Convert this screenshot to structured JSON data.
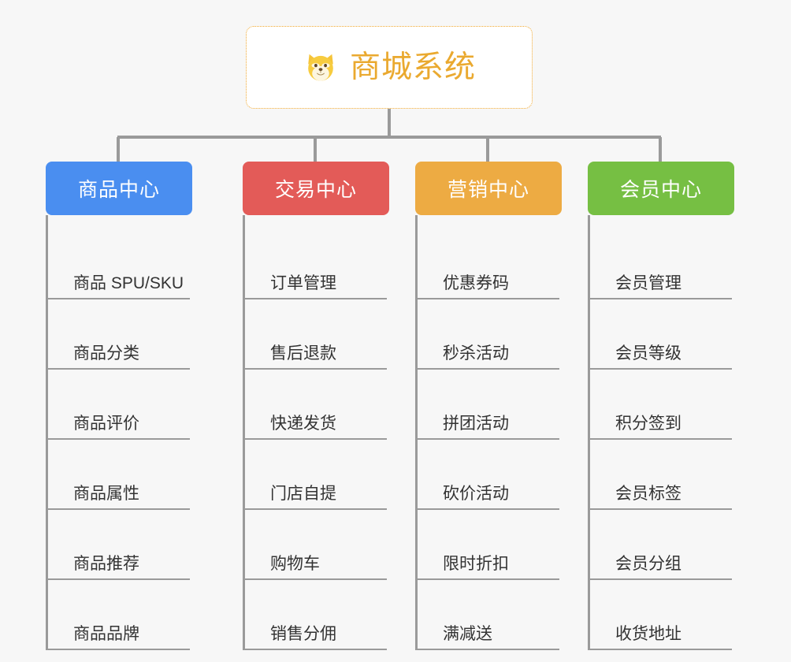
{
  "diagram": {
    "title": "商城系统",
    "type": "mindmap-org-chart",
    "background_color": "#f7f7f7",
    "connector_color": "#9a9a9a"
  },
  "root": {
    "label": "商城系统",
    "icon": "shiba-dog-face-icon",
    "text_color": "#eaa92f",
    "border_color": "#f0a830",
    "background_color": "#ffffff"
  },
  "branches": [
    {
      "label": "商品中心",
      "color": "#4a8ef0",
      "items": [
        {
          "label": "商品 SPU/SKU"
        },
        {
          "label": "商品分类"
        },
        {
          "label": "商品评价"
        },
        {
          "label": "商品属性"
        },
        {
          "label": "商品推荐"
        },
        {
          "label": "商品品牌"
        }
      ]
    },
    {
      "label": "交易中心",
      "color": "#e35b58",
      "items": [
        {
          "label": "订单管理"
        },
        {
          "label": "售后退款"
        },
        {
          "label": "快递发货"
        },
        {
          "label": "门店自提"
        },
        {
          "label": "购物车"
        },
        {
          "label": "销售分佣"
        }
      ]
    },
    {
      "label": "营销中心",
      "color": "#edab43",
      "items": [
        {
          "label": "优惠券码"
        },
        {
          "label": "秒杀活动"
        },
        {
          "label": "拼团活动"
        },
        {
          "label": "砍价活动"
        },
        {
          "label": "限时折扣"
        },
        {
          "label": "满减送"
        }
      ]
    },
    {
      "label": "会员中心",
      "color": "#76bf43",
      "items": [
        {
          "label": "会员管理"
        },
        {
          "label": "会员等级"
        },
        {
          "label": "积分签到"
        },
        {
          "label": "会员标签"
        },
        {
          "label": "会员分组"
        },
        {
          "label": "收货地址"
        }
      ]
    }
  ]
}
